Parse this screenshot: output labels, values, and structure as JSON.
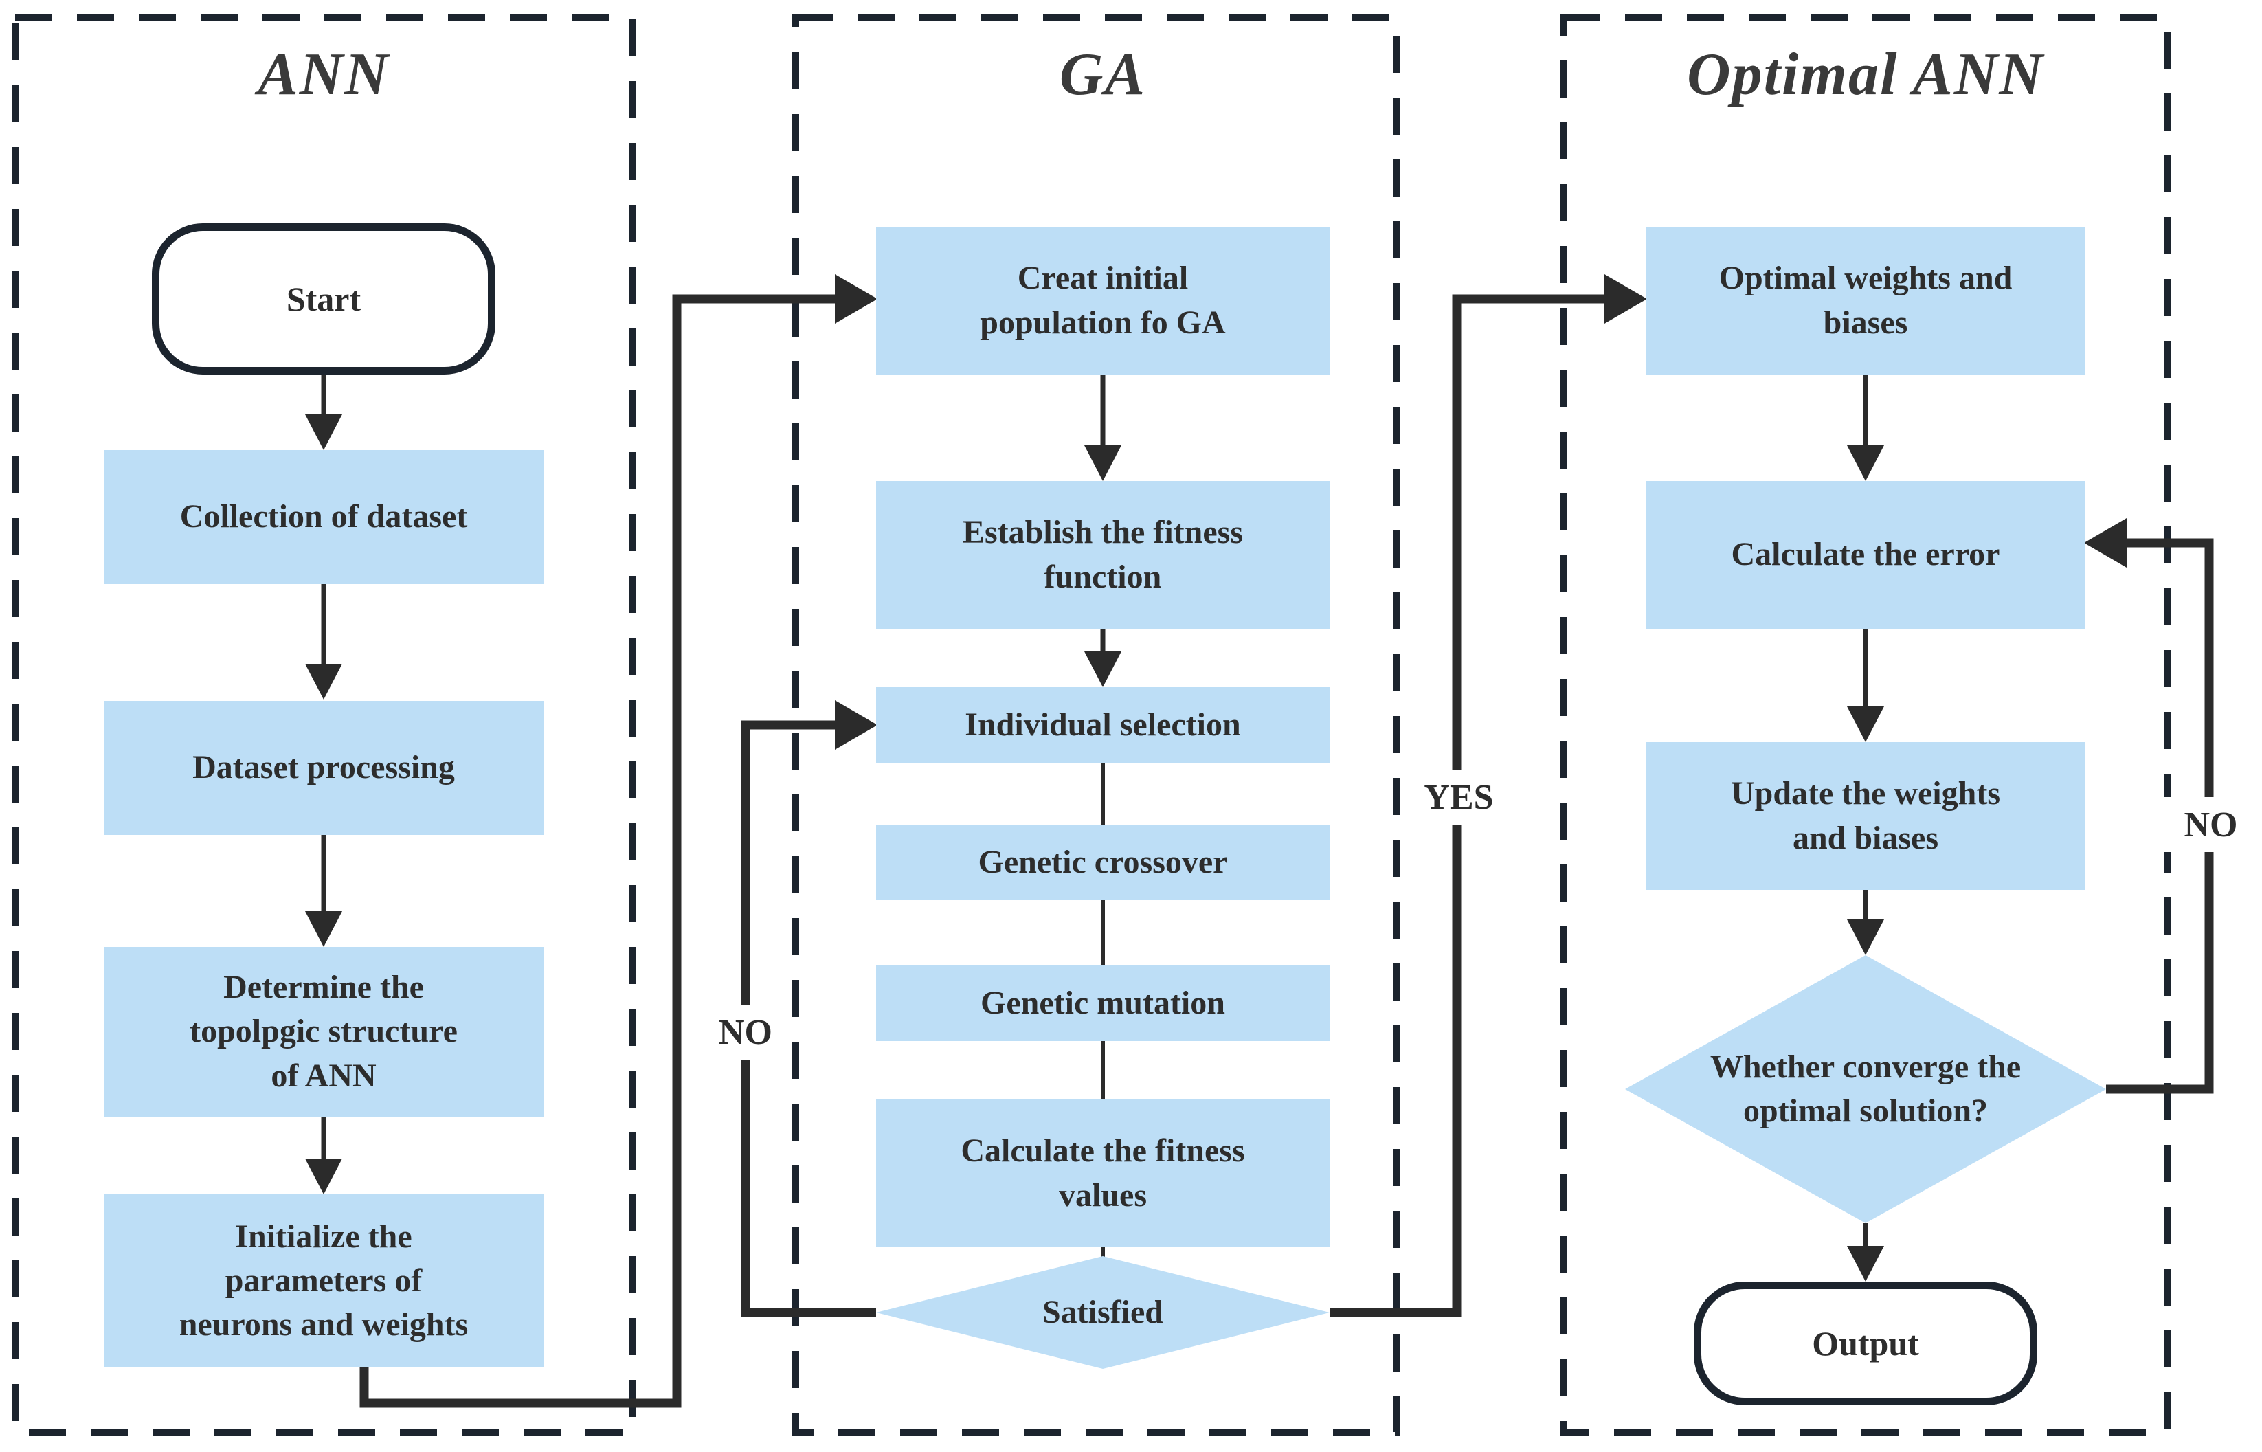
{
  "diagram": {
    "columns": [
      {
        "title": "ANN"
      },
      {
        "title": "GA"
      },
      {
        "title": "Optimal ANN"
      }
    ],
    "ann": {
      "start": "Start",
      "collect": "Collection of dataset",
      "process": "Dataset processing",
      "determine": "Determine the\ntopolpgic structure\nof ANN",
      "initialize": "Initialize the\nparameters of\nneurons and weights"
    },
    "ga": {
      "create": "Creat initial\npopulation fo GA",
      "establish": "Establish the fitness\nfunction",
      "selection": "Individual selection",
      "crossover": "Genetic crossover",
      "mutation": "Genetic mutation",
      "fitness": "Calculate the fitness\nvalues",
      "satisfied": "Satisfied"
    },
    "optimal": {
      "weights": "Optimal weights and\nbiases",
      "error": "Calculate the error",
      "update": "Update the weights\nand biases",
      "converge": "Whether converge the\noptimal solution?",
      "output": "Output"
    },
    "labels": {
      "yes": "YES",
      "no_ga": "NO",
      "no_opt": "NO"
    },
    "colors": {
      "box_fill": "#BDDEF6",
      "line": "#2b2b2b",
      "dash_border": "#1c242e"
    }
  }
}
